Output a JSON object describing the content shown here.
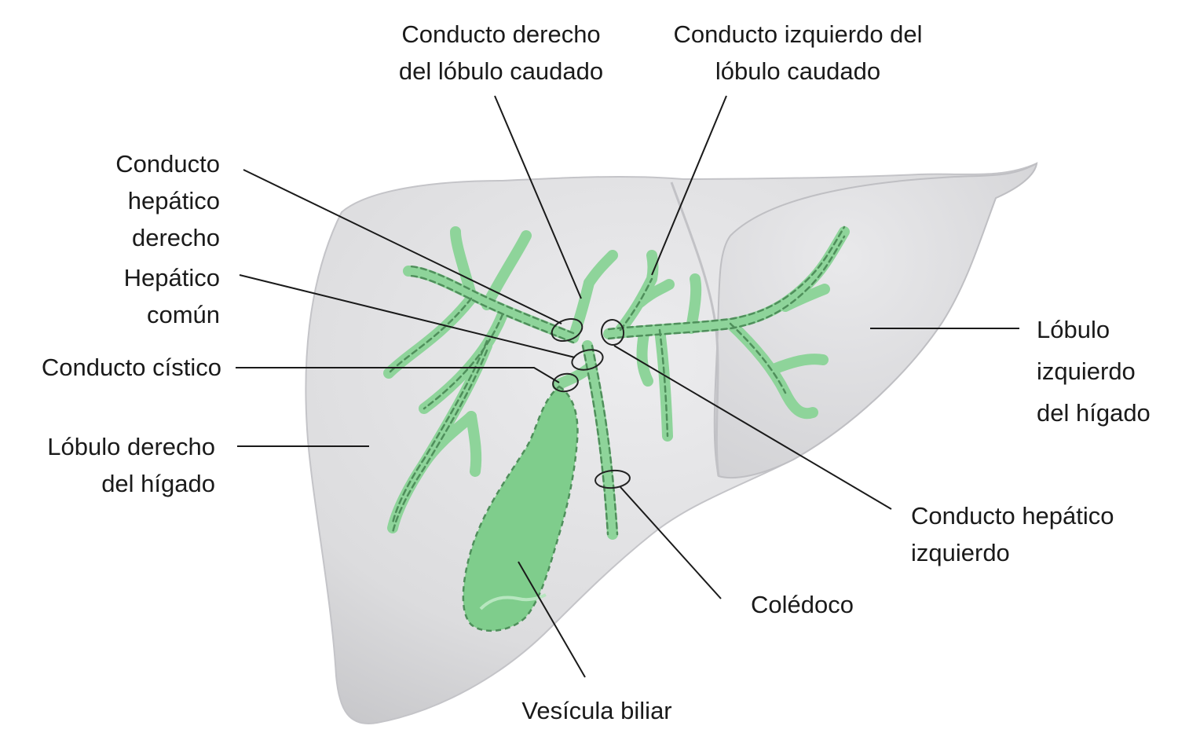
{
  "colors": {
    "liver_fill": "#dcdcde",
    "liver_shadow": "#c9c9cc",
    "duct_fill": "#8ed49a",
    "duct_dash": "#4f8f5b",
    "gallbladder_fill": "#7fcd8c",
    "leader_line": "#1a1a1a",
    "background": "#ffffff"
  },
  "labels": {
    "conducto_derecho_lobulo_caudado": [
      "Conducto derecho",
      "del lóbulo caudado"
    ],
    "conducto_izquierdo_lobulo_caudado": [
      "Conducto izquierdo del",
      "lóbulo caudado"
    ],
    "conducto_hepatico_derecho": [
      "Conducto",
      "hepático",
      "derecho"
    ],
    "hepatico_comun": [
      "Hepático",
      "común"
    ],
    "conducto_cistico": [
      "Conducto cístico"
    ],
    "lobulo_derecho_higado": [
      "Lóbulo derecho",
      "del hígado"
    ],
    "lobulo_izquierdo_higado": [
      "Lóbulo",
      "izquierdo",
      "del hígado"
    ],
    "conducto_hepatico_izquierdo": [
      "Conducto hepático",
      "izquierdo"
    ],
    "coledoco": [
      "Colédoco"
    ],
    "vesicula_biliar": [
      "Vesícula biliar"
    ]
  }
}
